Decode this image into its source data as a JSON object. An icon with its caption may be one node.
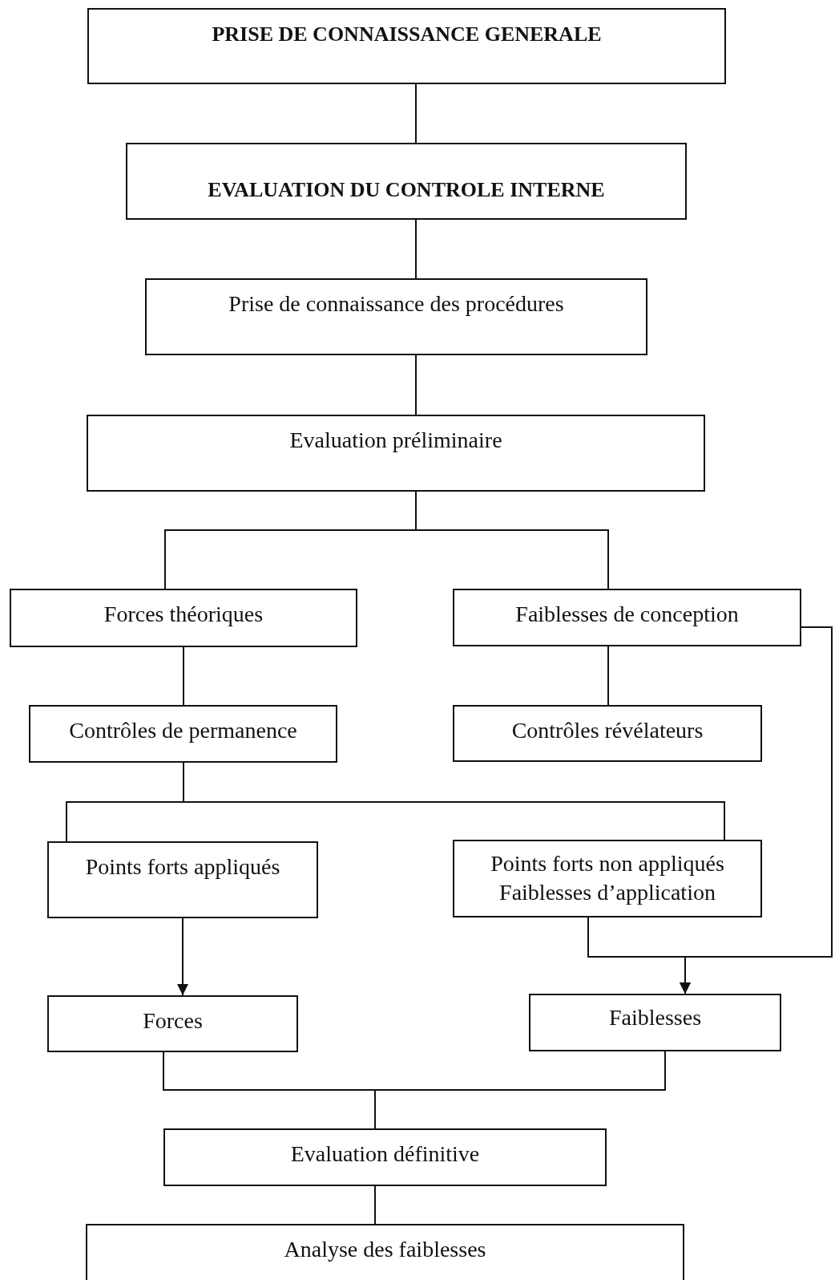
{
  "diagram": {
    "nodes": [
      {
        "text": [
          "PRISE DE CONNAISSANCE GENERALE"
        ]
      },
      {
        "text": [
          "EVALUATION DU CONTROLE INTERNE"
        ]
      },
      {
        "text": [
          "Prise de connaissance des procédures"
        ]
      },
      {
        "text": [
          "Evaluation préliminaire"
        ]
      },
      {
        "text": [
          "Forces théoriques"
        ]
      },
      {
        "text": [
          "Faiblesses de conception"
        ]
      },
      {
        "text": [
          "Contrôles de permanence"
        ]
      },
      {
        "text": [
          "Contrôles révélateurs"
        ]
      },
      {
        "text": [
          "Points forts appliqués"
        ]
      },
      {
        "text": [
          "Points forts non appliqués",
          "Faiblesses d’application"
        ]
      },
      {
        "text": [
          "Forces"
        ]
      },
      {
        "text": [
          "Faiblesses"
        ]
      },
      {
        "text": [
          "Evaluation définitive"
        ]
      },
      {
        "text": [
          "Analyse des faiblesses"
        ]
      }
    ],
    "edges": [
      {
        "from": 0,
        "to": 1,
        "arrow": "none"
      },
      {
        "from": 1,
        "to": 2,
        "arrow": "none"
      },
      {
        "from": 2,
        "to": 3,
        "arrow": "none"
      },
      {
        "from": 3,
        "to": 4,
        "arrow": "none"
      },
      {
        "from": 3,
        "to": 5,
        "arrow": "none"
      },
      {
        "from": 4,
        "to": 6,
        "arrow": "none"
      },
      {
        "from": 5,
        "to": 7,
        "arrow": "none"
      },
      {
        "from": 6,
        "to": 8,
        "arrow": "none"
      },
      {
        "from": 6,
        "to": 9,
        "arrow": "none"
      },
      {
        "from": 8,
        "to": 10,
        "arrow": "to"
      },
      {
        "from": 9,
        "to": 11,
        "arrow": "to"
      },
      {
        "from": 5,
        "to": 11,
        "arrow": "to"
      },
      {
        "from": 10,
        "to": 12,
        "arrow": "none"
      },
      {
        "from": 11,
        "to": 12,
        "arrow": "none"
      },
      {
        "from": 12,
        "to": 13,
        "arrow": "none"
      }
    ]
  }
}
